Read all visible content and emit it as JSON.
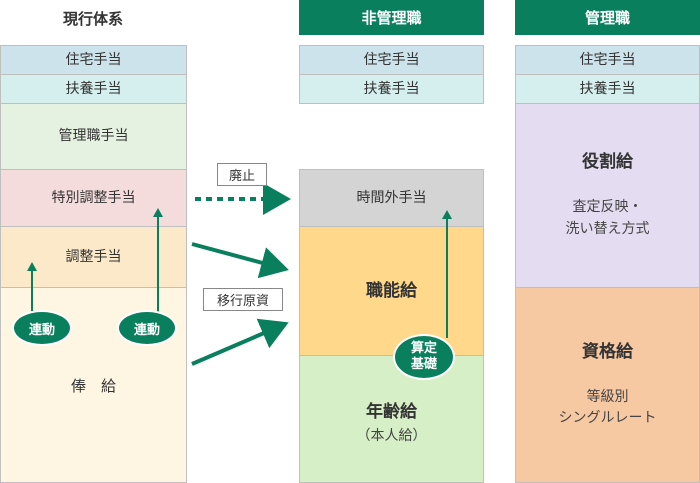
{
  "headers": {
    "current": "現行体系",
    "non_manager": "非管理職",
    "manager": "管理職"
  },
  "current": {
    "housing": "住宅手当",
    "dependents": "扶養手当",
    "manager_allowance": "管理職手当",
    "special_adjustment": "特別調整手当",
    "adjustment": "調整手当",
    "base_salary": "俸　給"
  },
  "non_manager": {
    "housing": "住宅手当",
    "dependents": "扶養手当",
    "overtime": "時間外手当",
    "skill_pay": "職能給",
    "age_pay": "年齢給",
    "age_pay_note": "（本人給）"
  },
  "manager": {
    "housing": "住宅手当",
    "dependents": "扶養手当",
    "role_pay": "役割給",
    "role_pay_note": [
      "査定反映・",
      "洗い替え方式"
    ],
    "grade_pay": "資格給",
    "grade_pay_note": [
      "等級別",
      "シングルレート"
    ]
  },
  "labels": {
    "link_left": "連動",
    "link_right": "連動",
    "abolished": "廃止",
    "transfer_source": "移行原資",
    "calc_basis": [
      "算定",
      "基礎"
    ]
  },
  "colors": {
    "accent_green": "#0a7f5e",
    "housing_blue": "#cce3ec",
    "dependents_teal": "#d5eeee",
    "manager_allowance_green": "#e6f2e1",
    "special_pink": "#f5dcdc",
    "adjustment_peach": "#fbe9c9",
    "base_cream": "#fef5e3",
    "overtime_gray": "#d4d4d4",
    "skill_orange": "#ffd88c",
    "age_green": "#d6efc7",
    "role_lavender": "#e4ddf1",
    "grade_salmon": "#f7c9a3"
  }
}
